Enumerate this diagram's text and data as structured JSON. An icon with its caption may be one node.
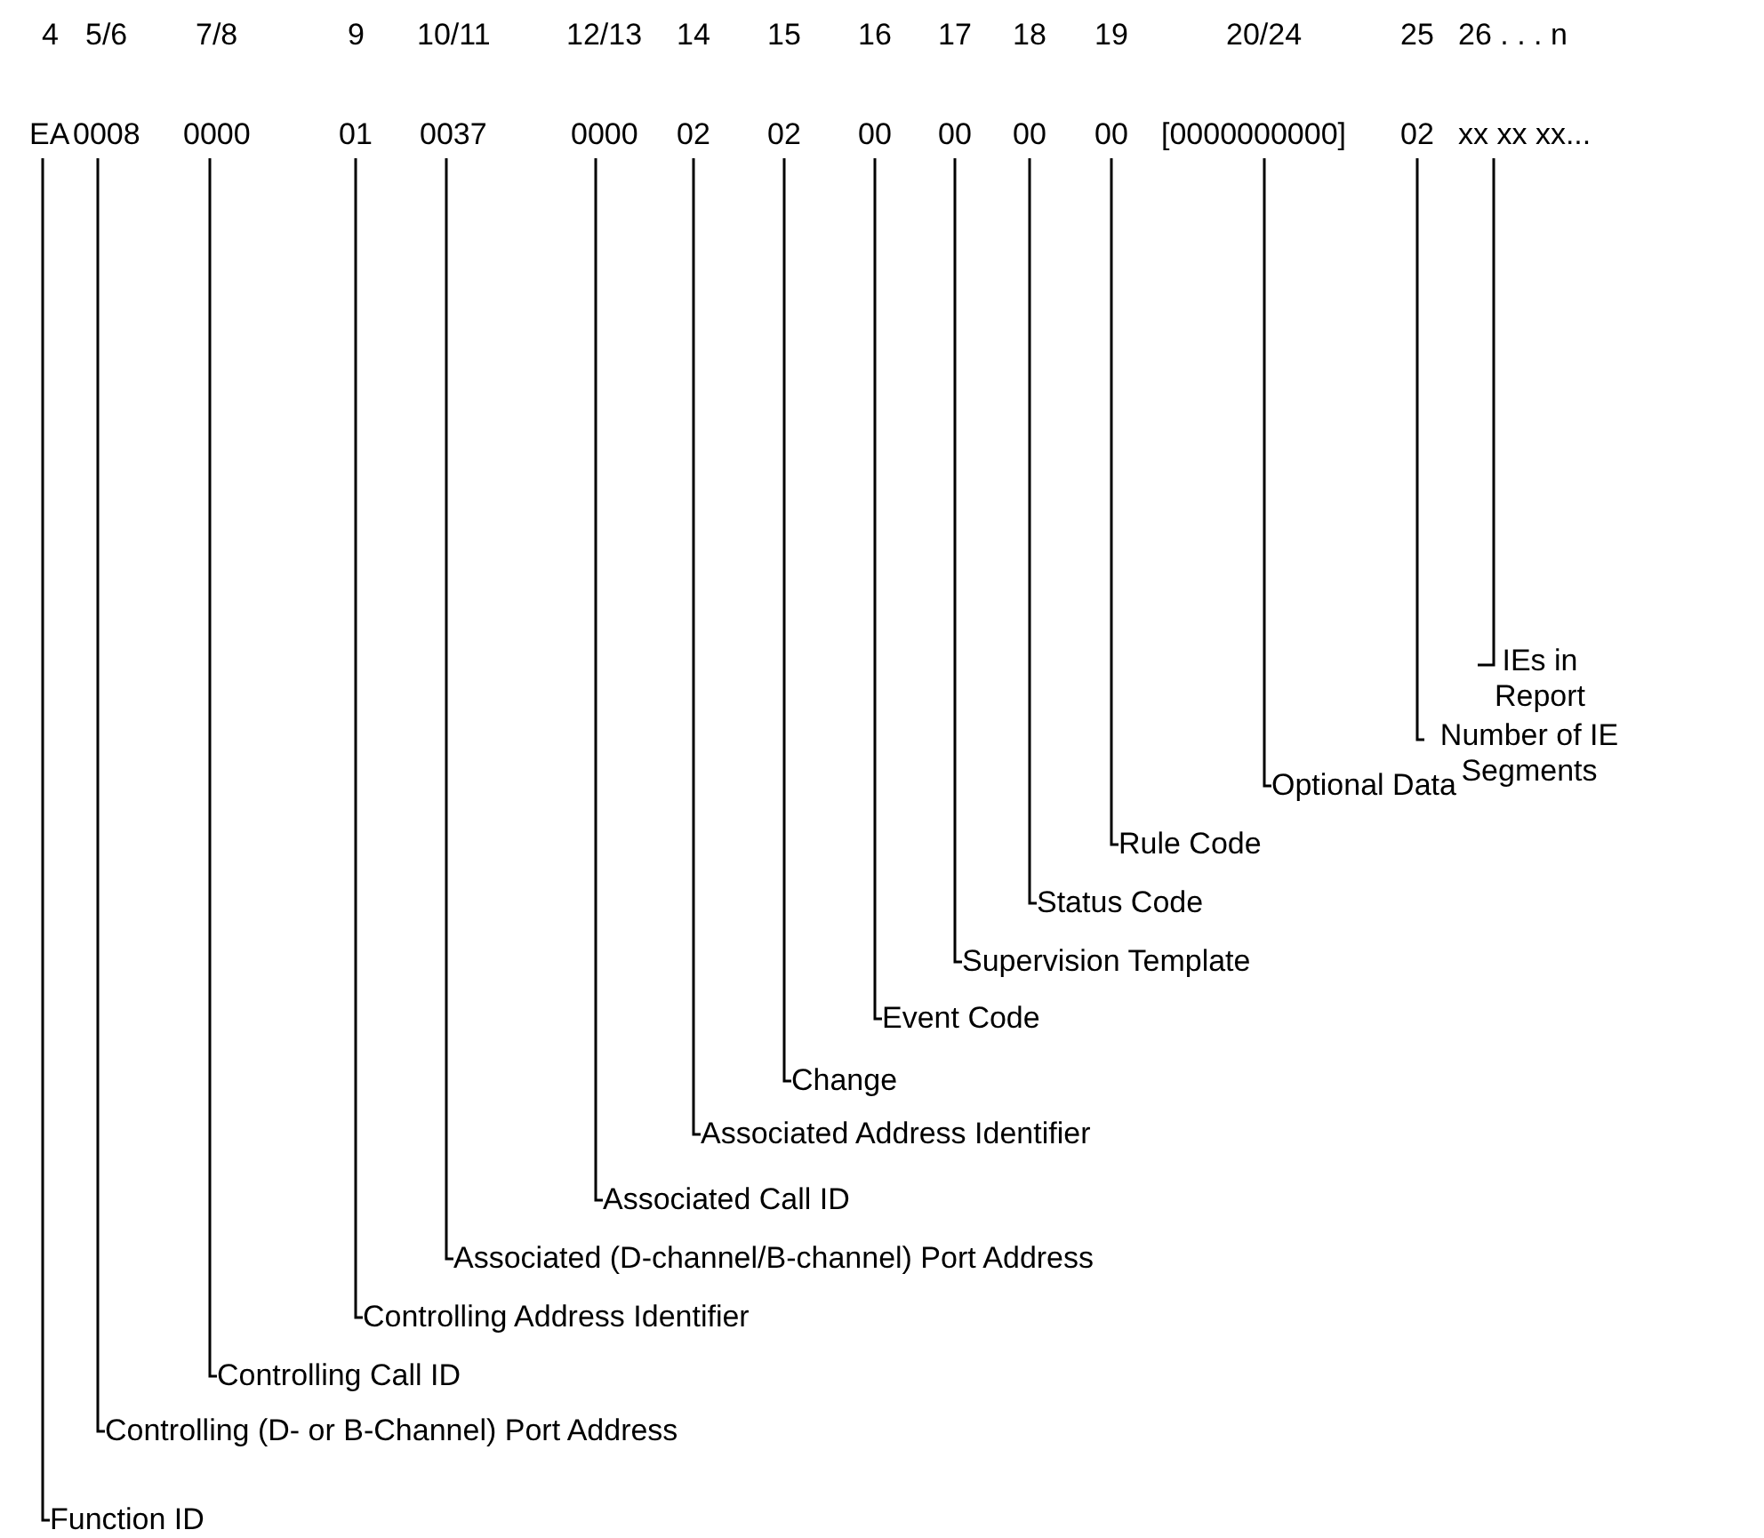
{
  "diagram": {
    "nodes": [
      {
        "text": [
          "EA"
        ]
      },
      {
        "text": [
          "0008"
        ]
      },
      {
        "text": [
          "0000"
        ]
      },
      {
        "text": [
          "01"
        ]
      },
      {
        "text": [
          "0037"
        ]
      },
      {
        "text": [
          "0000"
        ]
      },
      {
        "text": [
          "02"
        ]
      },
      {
        "text": [
          "02"
        ]
      },
      {
        "text": [
          "00"
        ]
      },
      {
        "text": [
          "00"
        ]
      },
      {
        "text": [
          "00"
        ]
      },
      {
        "text": [
          "00"
        ]
      },
      {
        "text": [
          "[0000000000]"
        ]
      },
      {
        "text": [
          "02"
        ]
      },
      {
        "text": [
          "xx xx xx..."
        ]
      },
      {
        "text": [
          "IEs in Report"
        ]
      },
      {
        "text": [
          "Number of IE Segments"
        ]
      },
      {
        "text": [
          "Optional Data"
        ]
      },
      {
        "text": [
          "Rule Code"
        ]
      },
      {
        "text": [
          "Status Code"
        ]
      },
      {
        "text": [
          "Supervision Template"
        ]
      },
      {
        "text": [
          "Event Code"
        ]
      },
      {
        "text": [
          "Change"
        ]
      },
      {
        "text": [
          "Associated Address Identifier"
        ]
      },
      {
        "text": [
          "Associated Call ID"
        ]
      },
      {
        "text": [
          "Associated (D-channel/B-channel) Port Address"
        ]
      },
      {
        "text": [
          "Controlling Address Identifier"
        ]
      },
      {
        "text": [
          "Controlling Call ID"
        ]
      },
      {
        "text": [
          "Controlling (D- or B-Channel) Port Address"
        ]
      },
      {
        "text": [
          "Function ID"
        ]
      }
    ],
    "edges": [
      {
        "from": 0,
        "to": 29,
        "arrow": "none"
      },
      {
        "from": 1,
        "to": 28,
        "arrow": "none"
      },
      {
        "from": 2,
        "to": 27,
        "arrow": "none"
      },
      {
        "from": 3,
        "to": 26,
        "arrow": "none"
      },
      {
        "from": 4,
        "to": 25,
        "arrow": "none"
      },
      {
        "from": 5,
        "to": 24,
        "arrow": "none"
      },
      {
        "from": 6,
        "to": 23,
        "arrow": "none"
      },
      {
        "from": 7,
        "to": 22,
        "arrow": "none"
      },
      {
        "from": 8,
        "to": 21,
        "arrow": "none"
      },
      {
        "from": 9,
        "to": 20,
        "arrow": "none"
      },
      {
        "from": 10,
        "to": 19,
        "arrow": "none"
      },
      {
        "from": 11,
        "to": 18,
        "arrow": "none"
      },
      {
        "from": 12,
        "to": 17,
        "arrow": "none"
      },
      {
        "from": 13,
        "to": 16,
        "arrow": "none"
      },
      {
        "from": 14,
        "to": 15,
        "arrow": "none"
      }
    ],
    "labels": [
      "4",
      "5/6",
      "7/8",
      "9",
      "10/11",
      "12/13",
      "14",
      "15",
      "16",
      "17",
      "18",
      "19",
      "20/24",
      "25",
      "26 . . . n"
    ]
  }
}
